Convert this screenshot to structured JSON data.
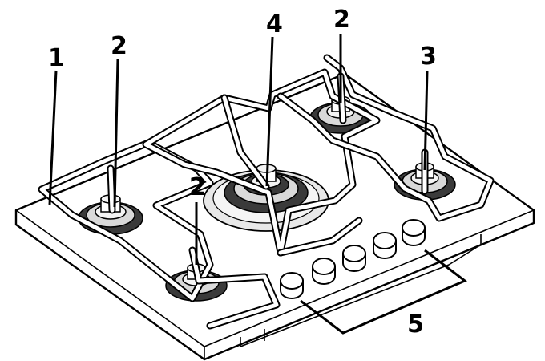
{
  "labels": {
    "hob": "1",
    "burner_left": "2",
    "burner_front_left": "2",
    "burner_back_right": "2",
    "burner_right": "3",
    "burner_center": "4",
    "knobs": "5"
  }
}
